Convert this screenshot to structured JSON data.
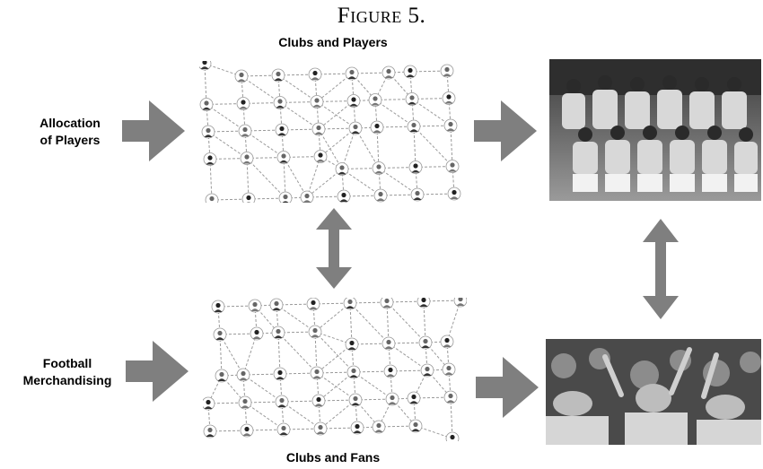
{
  "figure_title": "Figure 5.",
  "labels": {
    "top_network": "Clubs and Players",
    "bottom_network": "Clubs and Fans",
    "left_top_line1": "Allocation",
    "left_top_line2": "of Players",
    "left_bottom_line1": "Football",
    "left_bottom_line2": "Merchandising"
  },
  "arrow_color": "#7f7f7f"
}
